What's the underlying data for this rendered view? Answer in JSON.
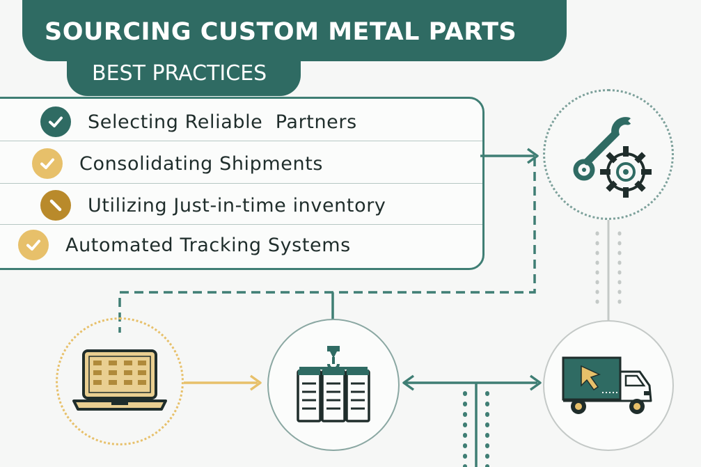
{
  "header": {
    "title": "SOURCING CUSTOM METAL PARTS",
    "subtitle": "BEST PRACTICES"
  },
  "practices": [
    {
      "label": "Selecting Reliable  Partners",
      "icon": "check-icon",
      "color": "#2f6b63"
    },
    {
      "label": "Consolidating Shipments",
      "icon": "check-icon",
      "color": "#e7c06a"
    },
    {
      "label": "Utilizing Just-in-time inventory",
      "icon": "slash-icon",
      "color": "#b98a2b"
    },
    {
      "label": "Automated Tracking Systems",
      "icon": "check-icon",
      "color": "#e7c06a"
    }
  ],
  "nodes": [
    {
      "name": "tools",
      "icon": "wrench-gear-icon"
    },
    {
      "name": "laptop",
      "icon": "laptop-icon"
    },
    {
      "name": "factory",
      "icon": "factory-icon"
    },
    {
      "name": "delivery",
      "icon": "delivery-truck-icon"
    }
  ],
  "colors": {
    "teal": "#2f6b63",
    "teal_line": "#3f7e74",
    "gold": "#e7c06a",
    "gray": "#c4c9c7"
  }
}
